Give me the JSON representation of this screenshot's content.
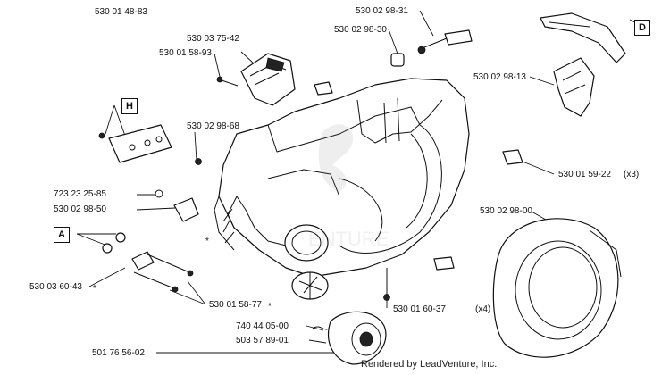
{
  "parts": {
    "p1": "530 01 48-83",
    "p2": "530 03 75-42",
    "p3": "530 01 58-93",
    "p4": "530 02 98-31",
    "p5": "530 02 98-30",
    "p6": "530 02 98-13",
    "p7": "530 02 98-68",
    "p8": "530 01 59-22",
    "p8_qty": "(x3)",
    "p9": "723 23 25-85",
    "p10": "530 02 98-50",
    "p11": "530 02 98-00",
    "p12": "530 03 60-43",
    "p12_mark": "*",
    "p13": "530 01 58-77",
    "p13_mark": "*",
    "p14": "530 01 60-37",
    "p14_qty": "(x4)",
    "p15": "740 44 05-00",
    "p16": "503 57 89-01",
    "p17": "501 76 56-02",
    "asterisk": "*"
  },
  "callouts": {
    "h": "H",
    "d": "D",
    "a": "A"
  },
  "credit": "Rendered by LeadVenture, Inc."
}
